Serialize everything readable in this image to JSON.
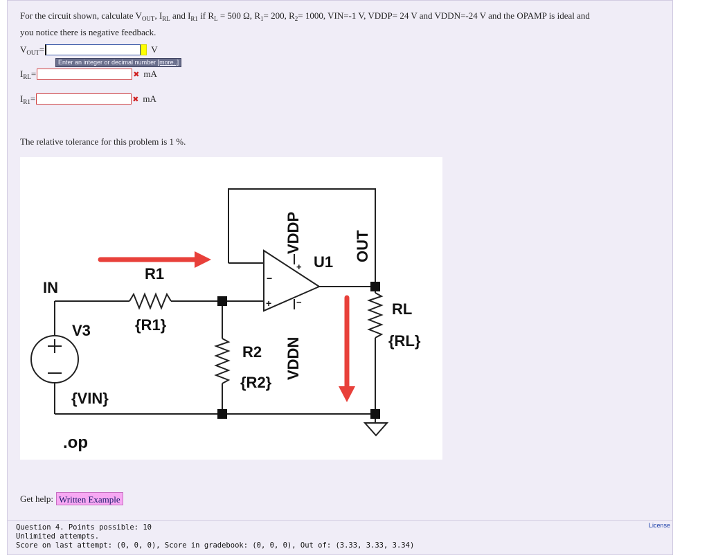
{
  "question": {
    "intro": "For the circuit shown, calculate",
    "v_letter": "V",
    "v_sub": "OUT",
    "sep1": ",",
    "i_letter1": "I",
    "irl_sub": "RL",
    "and": "and",
    "i_letter2": "I",
    "ir1_sub": "R1",
    "if_word": "if",
    "r_letter": "R",
    "rl_sub": "L",
    "rl_value": "= 500 Ω,",
    "r1_letter": "R",
    "r1_sub": "1",
    "r1_value": "= 200,",
    "r2_letter": "R",
    "r2_sub": "2",
    "r2_value": "= 1000, VIN=-1 V, VDDP= 24 V and VDDN=-24 V and the OPAMP is ideal and",
    "line2": "you notice there is negative feedback."
  },
  "answers": [
    {
      "letter": "V",
      "sub": "OUT",
      "eq": "=",
      "value": "",
      "unit": "V",
      "has_preview": true
    },
    {
      "letter": "I",
      "sub": "RL",
      "eq": "=",
      "value": "",
      "unit": "mA",
      "wrong_mark": "✖"
    },
    {
      "letter": "I",
      "sub": "R1",
      "eq": "=",
      "value": "",
      "unit": "mA",
      "wrong_mark": "✖"
    }
  ],
  "tooltip": {
    "text": "Enter an integer or decimal number",
    "more": "[more..]"
  },
  "tolerance": "The relative tolerance for this problem is 1 %.",
  "circuit": {
    "in_label": "IN",
    "v3_label": "V3",
    "vin_label": "{VIN}",
    "op_label": ".op",
    "r1_name": "R1",
    "r1_value": "{R1}",
    "r2_name": "R2",
    "r2_value": "{R2}",
    "rl_name": "RL",
    "rl_value": "{RL}",
    "u1_label": "U1",
    "vddp_label": "VDDP",
    "vddn_label": "VDDN",
    "out_label": "OUT",
    "plus_sign": "+",
    "minus_sign": "−",
    "arrow_color": "#e8403a"
  },
  "help": {
    "label": "Get help:",
    "button": "Written Example"
  },
  "footer": {
    "question_line": "Question 4. Points possible: 10",
    "attempts": "Unlimited attempts.",
    "score": "Score on last attempt: (0, 0, 0), Score in gradebook: (0, 0, 0), Out of: (3.33, 3.33, 3.34)",
    "license": "License"
  }
}
